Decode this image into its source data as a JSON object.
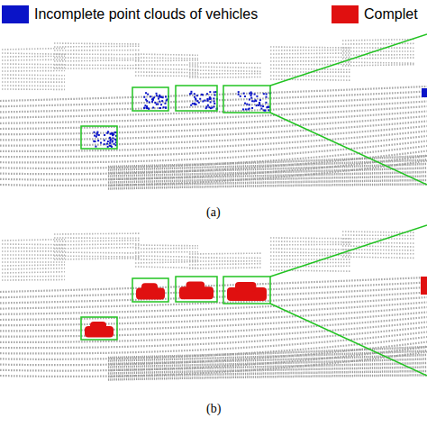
{
  "diagram": {
    "labels": [
      "(a)",
      "(b)"
    ],
    "legend": [
      {
        "text": "Incomplete point clouds of vehicles",
        "color": "#0a14c8"
      },
      {
        "text": "Complet",
        "color": "#e01010"
      }
    ]
  }
}
